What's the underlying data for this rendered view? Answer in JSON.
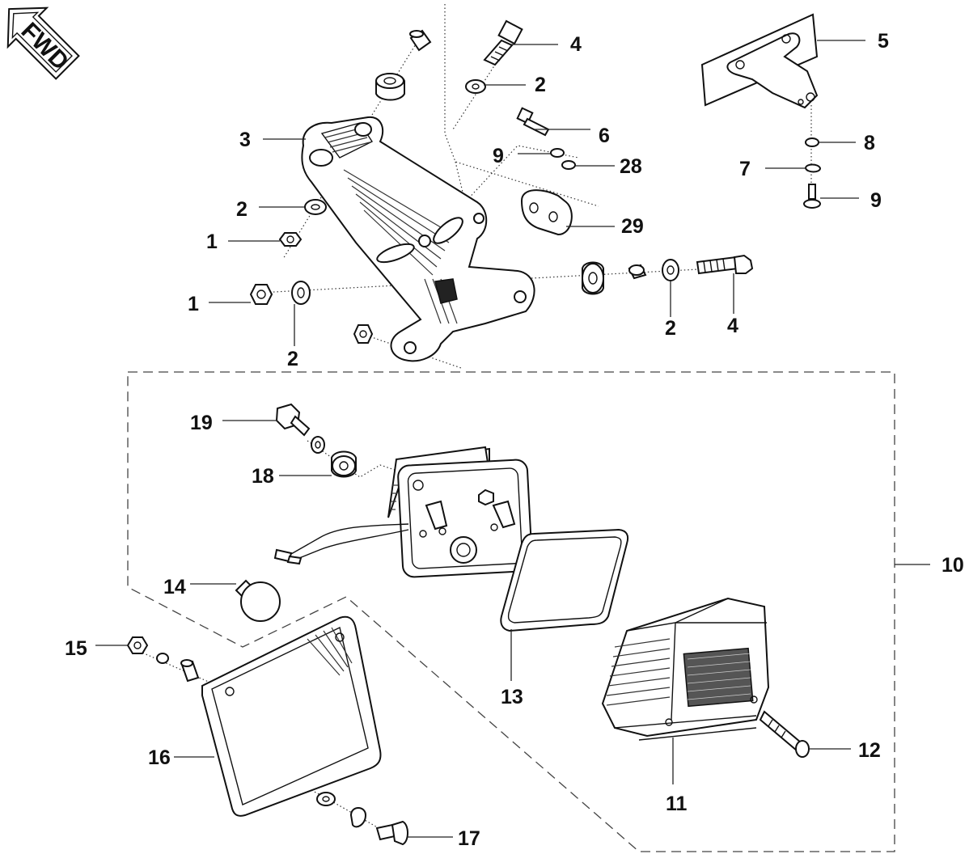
{
  "direction_badge": "FWD",
  "callouts": {
    "c1a": "1",
    "c1b": "1",
    "c2a": "2",
    "c2b": "2",
    "c2c": "2",
    "c2d": "2",
    "c3": "3",
    "c4a": "4",
    "c4b": "4",
    "c5": "5",
    "c6": "6",
    "c7": "7",
    "c8": "8",
    "c9a": "9",
    "c9b": "9",
    "c10": "10",
    "c11": "11",
    "c12": "12",
    "c13": "13",
    "c14": "14",
    "c15": "15",
    "c16": "16",
    "c17": "17",
    "c18": "18",
    "c19": "19",
    "c28": "28",
    "c29": "29"
  }
}
